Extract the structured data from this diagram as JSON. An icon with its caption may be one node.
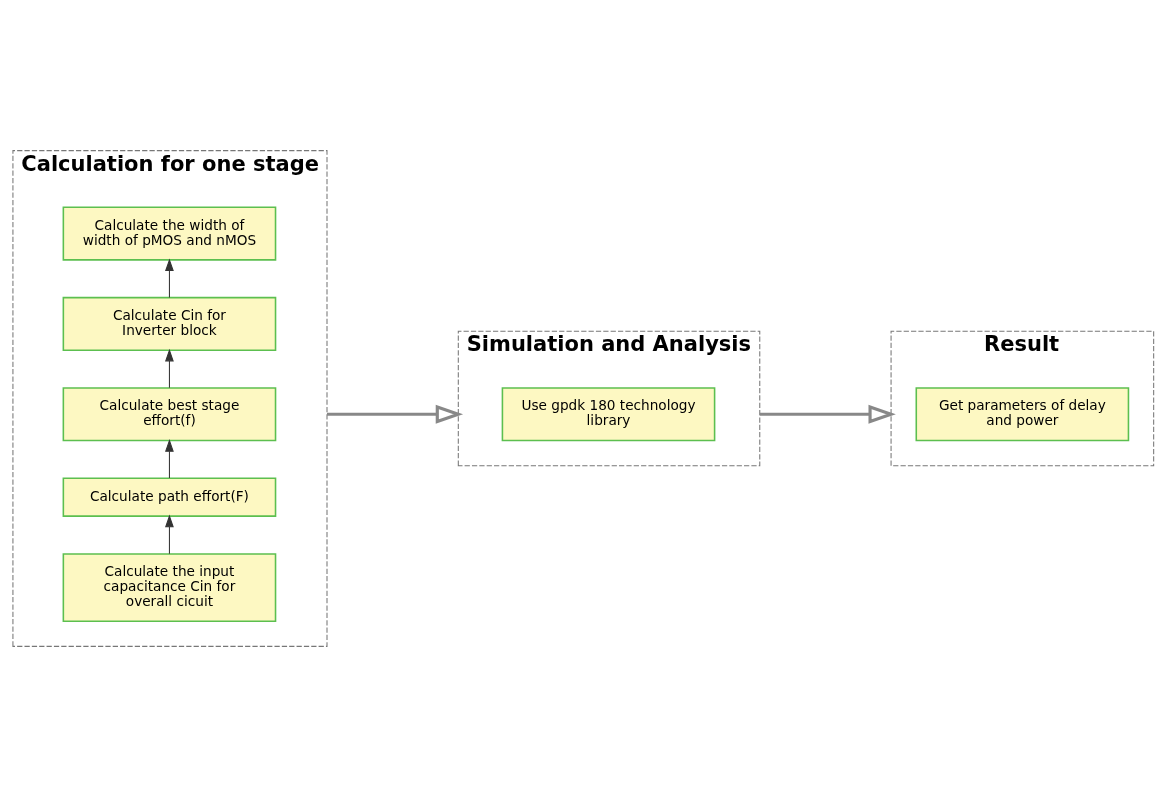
{
  "diagram": {
    "nodes": [
      {
        "text": [
          "Calculation for one stage"
        ]
      },
      {
        "text": [
          "Calculate the input capacitance Cin for overall cicuit"
        ],
        "in": 0
      },
      {
        "text": [
          "Calculate path effort(F)"
        ],
        "in": 0
      },
      {
        "text": [
          "Calculate best stage effort(f)"
        ],
        "in": 0
      },
      {
        "text": [
          "Calculate Cin for Inverter block"
        ],
        "in": 0
      },
      {
        "text": [
          "Calculate the width of width of pMOS and nMOS"
        ],
        "in": 0
      },
      {
        "text": [
          "Simulation and Analysis"
        ]
      },
      {
        "text": [
          "Use gpdk 180 technology library"
        ],
        "in": 6
      },
      {
        "text": [
          "Result"
        ]
      },
      {
        "text": [
          "Get parameters of delay and power"
        ],
        "in": 8
      }
    ],
    "edges": [
      {
        "from": 1,
        "to": 2,
        "arrow": "to"
      },
      {
        "from": 2,
        "to": 3,
        "arrow": "to"
      },
      {
        "from": 3,
        "to": 4,
        "arrow": "to"
      },
      {
        "from": 4,
        "to": 5,
        "arrow": "to"
      },
      {
        "from": 0,
        "to": 6,
        "arrow": "to",
        "style": "thick"
      },
      {
        "from": 6,
        "to": 8,
        "arrow": "to",
        "style": "thick"
      }
    ]
  }
}
